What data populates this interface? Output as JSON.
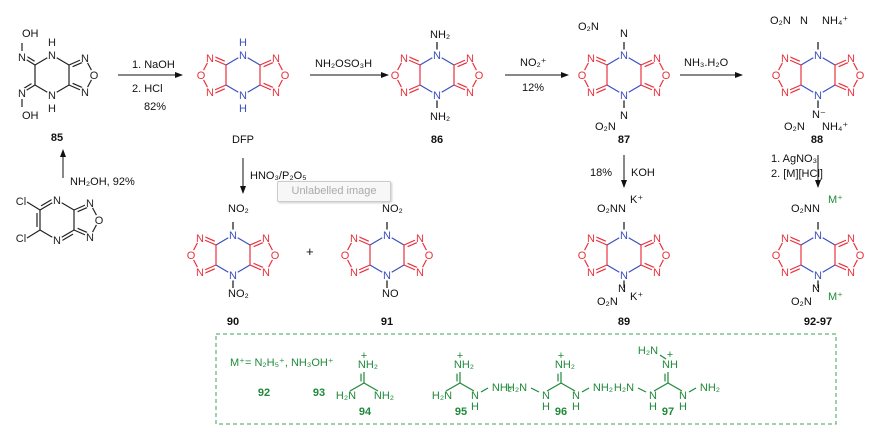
{
  "atom_symbols": {
    "N": "N",
    "O": "O",
    "H": "H",
    "C": "C",
    "Cl": "Cl"
  },
  "compounds": {
    "c85": {
      "label": "85",
      "oh_top": "OH",
      "oh_bottom": "OH"
    },
    "dfp": {
      "label": "DFP"
    },
    "c86": {
      "label": "86",
      "top": "NH₂",
      "bottom": "NH₂"
    },
    "c87": {
      "label": "87",
      "top_n": "N",
      "top_no2": "O₂N",
      "bottom_n": "N",
      "bottom_no2": "O₂N"
    },
    "c88": {
      "label": "88",
      "top": "O₂N",
      "top_n": "N",
      "top_cation": "NH₄⁺",
      "bottom": "O₂N",
      "bottom_n": "N⁻",
      "bottom_cation": "NH₄⁺"
    },
    "c90": {
      "label": "90",
      "top": "NO₂",
      "bottom": "NO₂"
    },
    "c91": {
      "label": "91",
      "top": "NO₂",
      "bottom": "NO"
    },
    "c89": {
      "label": "89",
      "top": "O₂N",
      "top_n": "N",
      "top_cation": "K⁺",
      "bottom": "O₂N",
      "bottom_n": "N",
      "bottom_cation": "K⁺"
    },
    "c92_97": {
      "label": "92-97",
      "top": "O₂N",
      "top_n": "N",
      "top_cation": "M⁺",
      "bottom": "O₂N",
      "bottom_n": "N",
      "bottom_cation": "M⁺"
    }
  },
  "reactions": {
    "r1": {
      "line1": "1. NaOH",
      "line2": "2. HCl",
      "yield": "82%"
    },
    "r2": {
      "reagent": "NH₂OSO₃H"
    },
    "r3": {
      "reagent": "NO₂⁺",
      "yield": "12%"
    },
    "r4": {
      "reagent": "NH₃.H₂O"
    },
    "r0": {
      "reagent": "NH₂OH, 92%"
    },
    "r5": {
      "reagent": "HNO₃/P₂O₅"
    },
    "r6": {
      "yield": "18%",
      "reagent": "KOH"
    },
    "r7": {
      "line1": "1. AgNO₃",
      "line2": "2. [M][HCl]"
    },
    "plus": "+"
  },
  "tooltip": "Unlabelled image",
  "cations": {
    "definition": "M⁺= N₂H₅⁺,  NH₃OH⁺",
    "labels": [
      "92",
      "93",
      "94",
      "95",
      "96",
      "97"
    ],
    "nh2_plus": "NH₂",
    "nh_plus": "NH",
    "h2n": "H₂N",
    "nh2": "NH₂",
    "n": "N",
    "h": "H",
    "plus_sign": "+"
  },
  "colors": {
    "ring_red": "#e8313c",
    "ring_blue": "#3b4fc0",
    "cation_green": "#1f8a3a",
    "gray": "#555555"
  }
}
